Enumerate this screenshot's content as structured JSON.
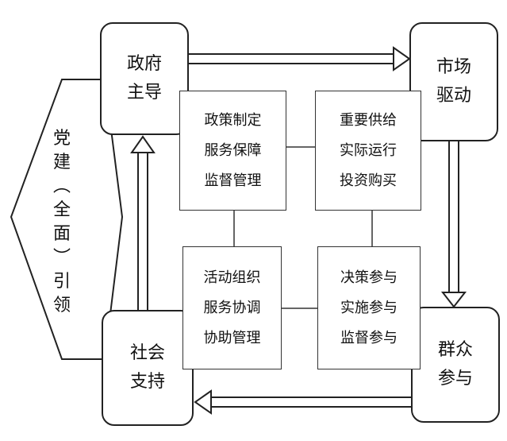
{
  "left_banner": {
    "chars": [
      "党",
      "建",
      "︵",
      "全",
      "面",
      "︶",
      "引",
      "领"
    ]
  },
  "nodes": {
    "government": {
      "lines": [
        "政府",
        "主导"
      ]
    },
    "market": {
      "lines": [
        "市场",
        "驱动"
      ]
    },
    "society": {
      "lines": [
        "社会",
        "支持"
      ]
    },
    "masses": {
      "lines": [
        "群众",
        "参与"
      ]
    }
  },
  "boxes": {
    "top_left": {
      "lines": [
        "政策制定",
        "服务保障",
        "监督管理"
      ]
    },
    "top_right": {
      "lines": [
        "重要供给",
        "实际运行",
        "投资购买"
      ]
    },
    "bottom_left": {
      "lines": [
        "活动组织",
        "服务协调",
        "协助管理"
      ]
    },
    "bottom_right": {
      "lines": [
        "决策参与",
        "实施参与",
        "监督参与"
      ]
    }
  }
}
